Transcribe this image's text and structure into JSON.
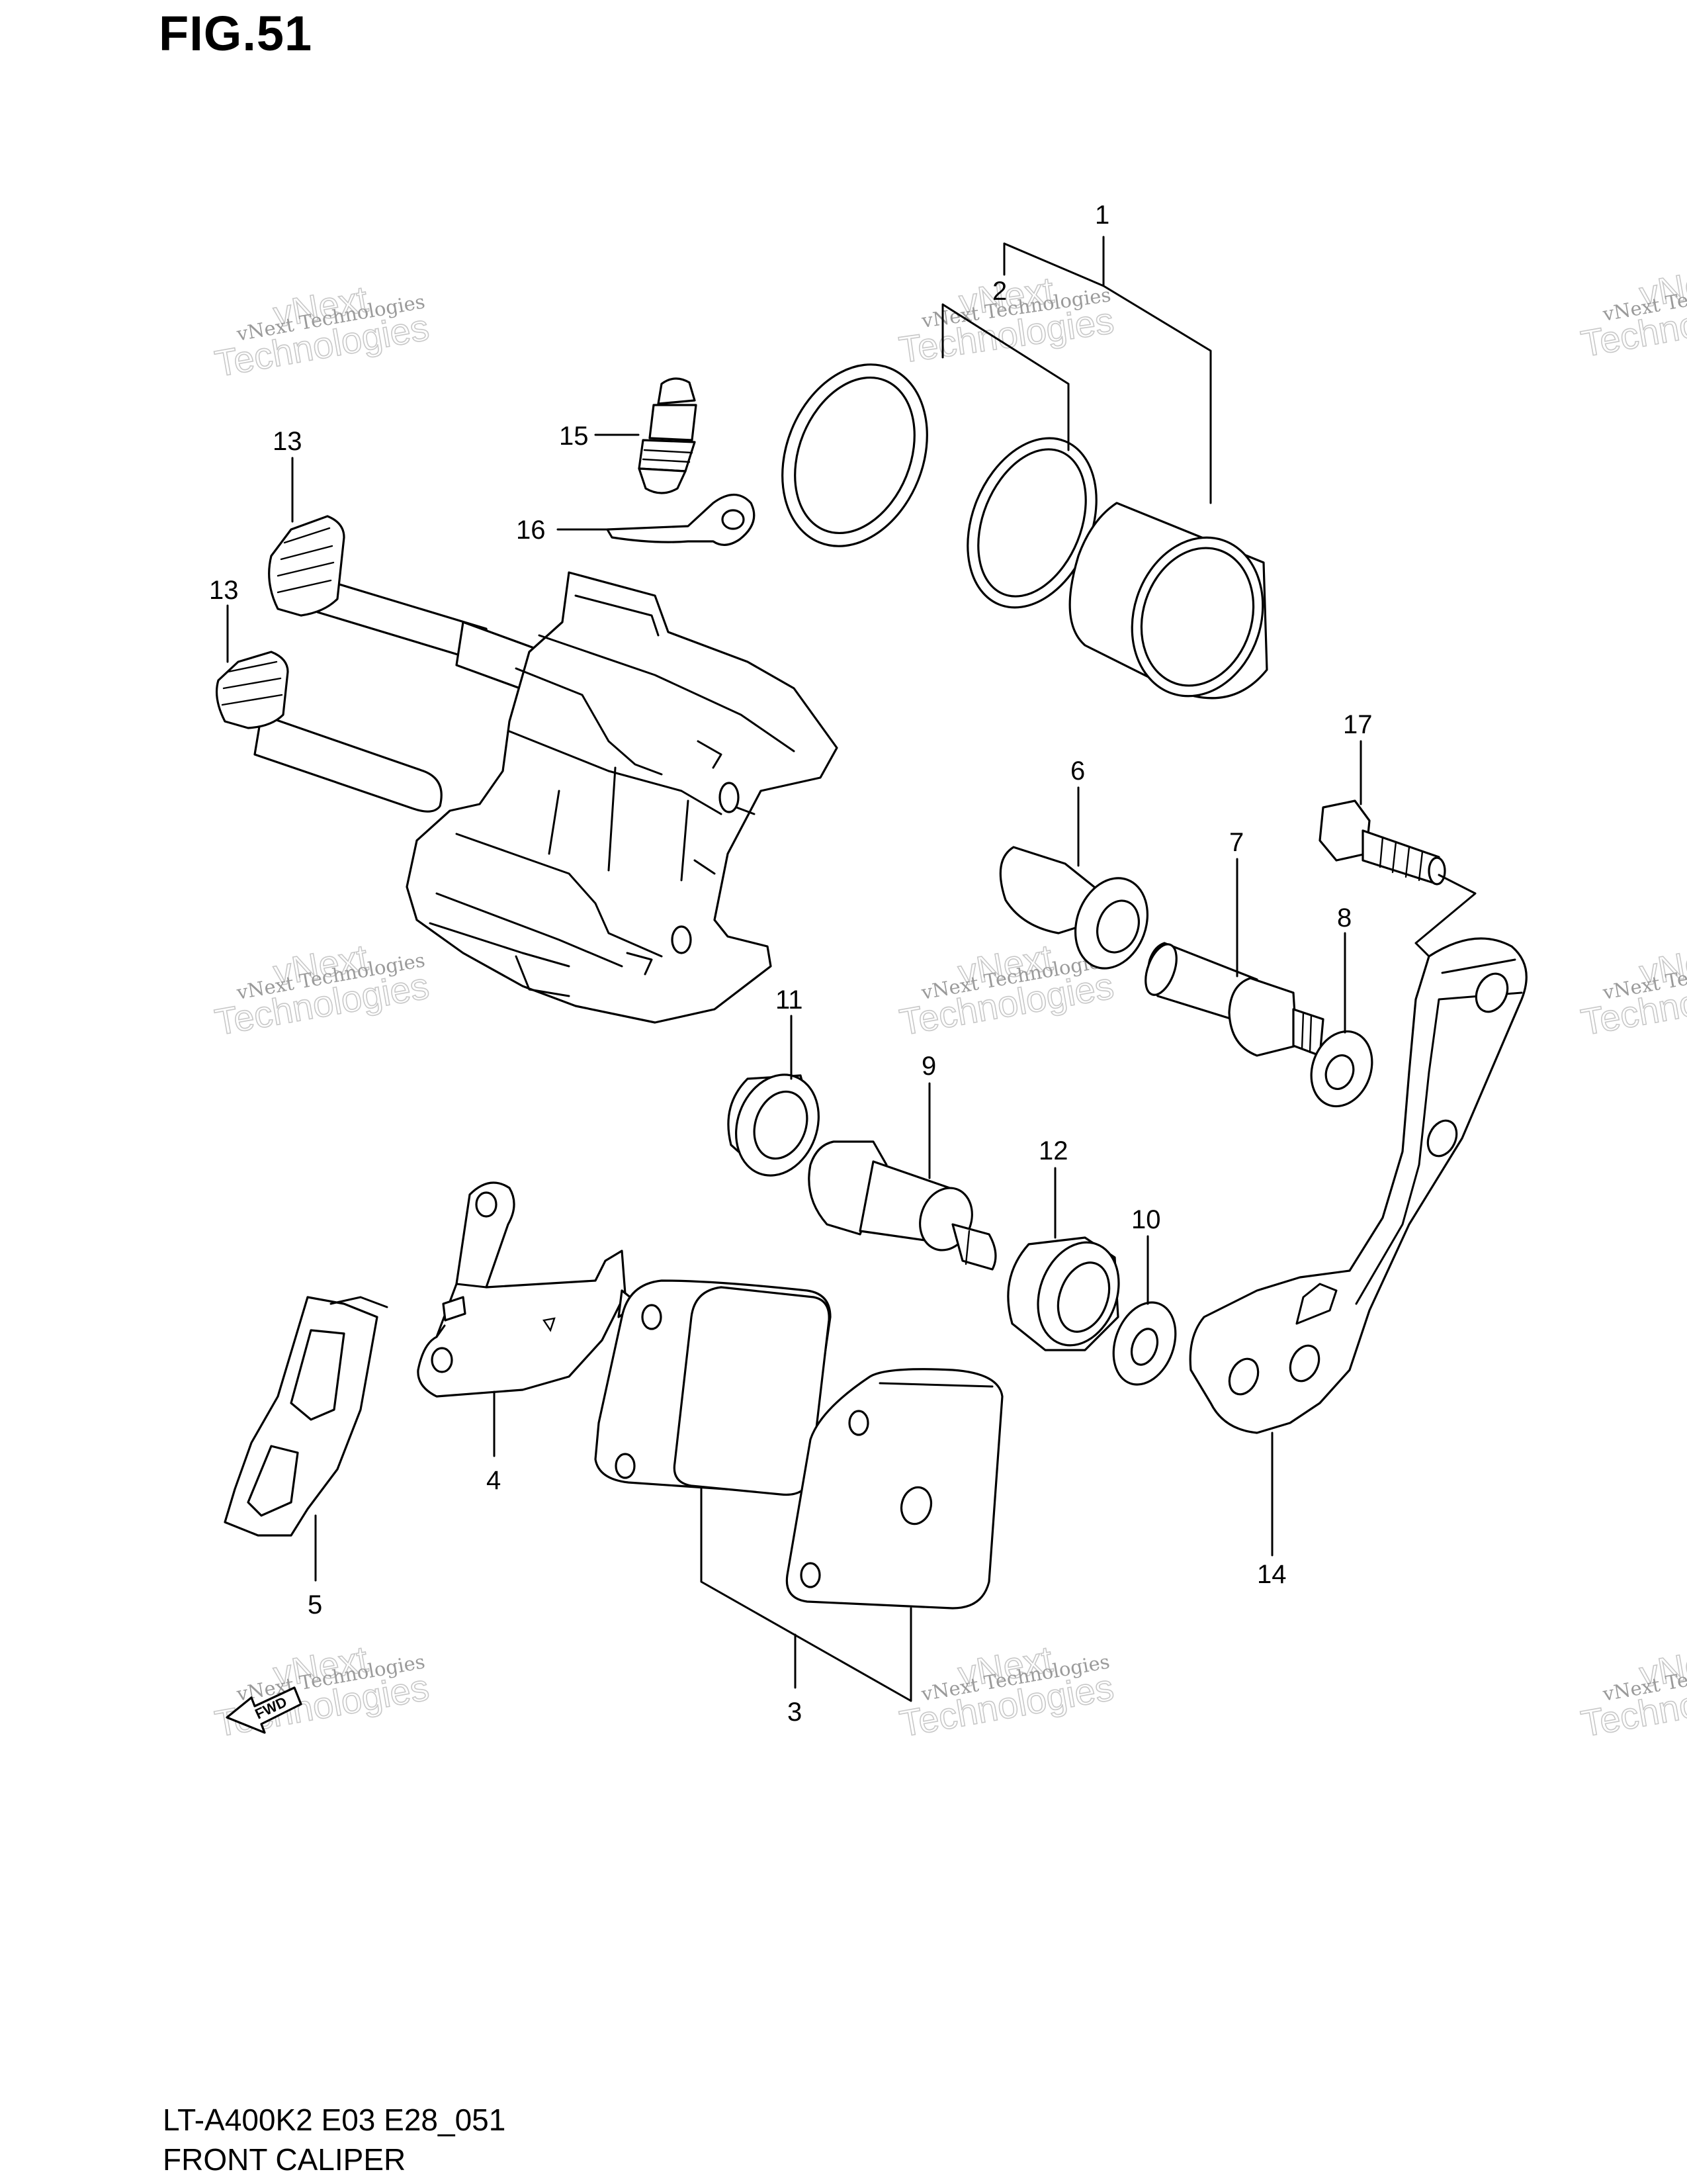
{
  "figure_title": "FIG.51",
  "model_code": "LT-A400K2 E03 E28_051",
  "section_name": "FRONT CALIPER",
  "watermark": {
    "line1": "vNext Technologies",
    "line2": "Technologies",
    "line3": "vNext"
  },
  "callouts": {
    "c1": "1",
    "c2": "2",
    "c3": "3",
    "c4": "4",
    "c5": "5",
    "c6": "6",
    "c7": "7",
    "c8": "8",
    "c9": "9",
    "c10": "10",
    "c11": "11",
    "c12": "12",
    "c13a": "13",
    "c13b": "13",
    "c14": "14",
    "c15": "15",
    "c16": "16",
    "c17": "17"
  },
  "fwd_label": "FWD"
}
